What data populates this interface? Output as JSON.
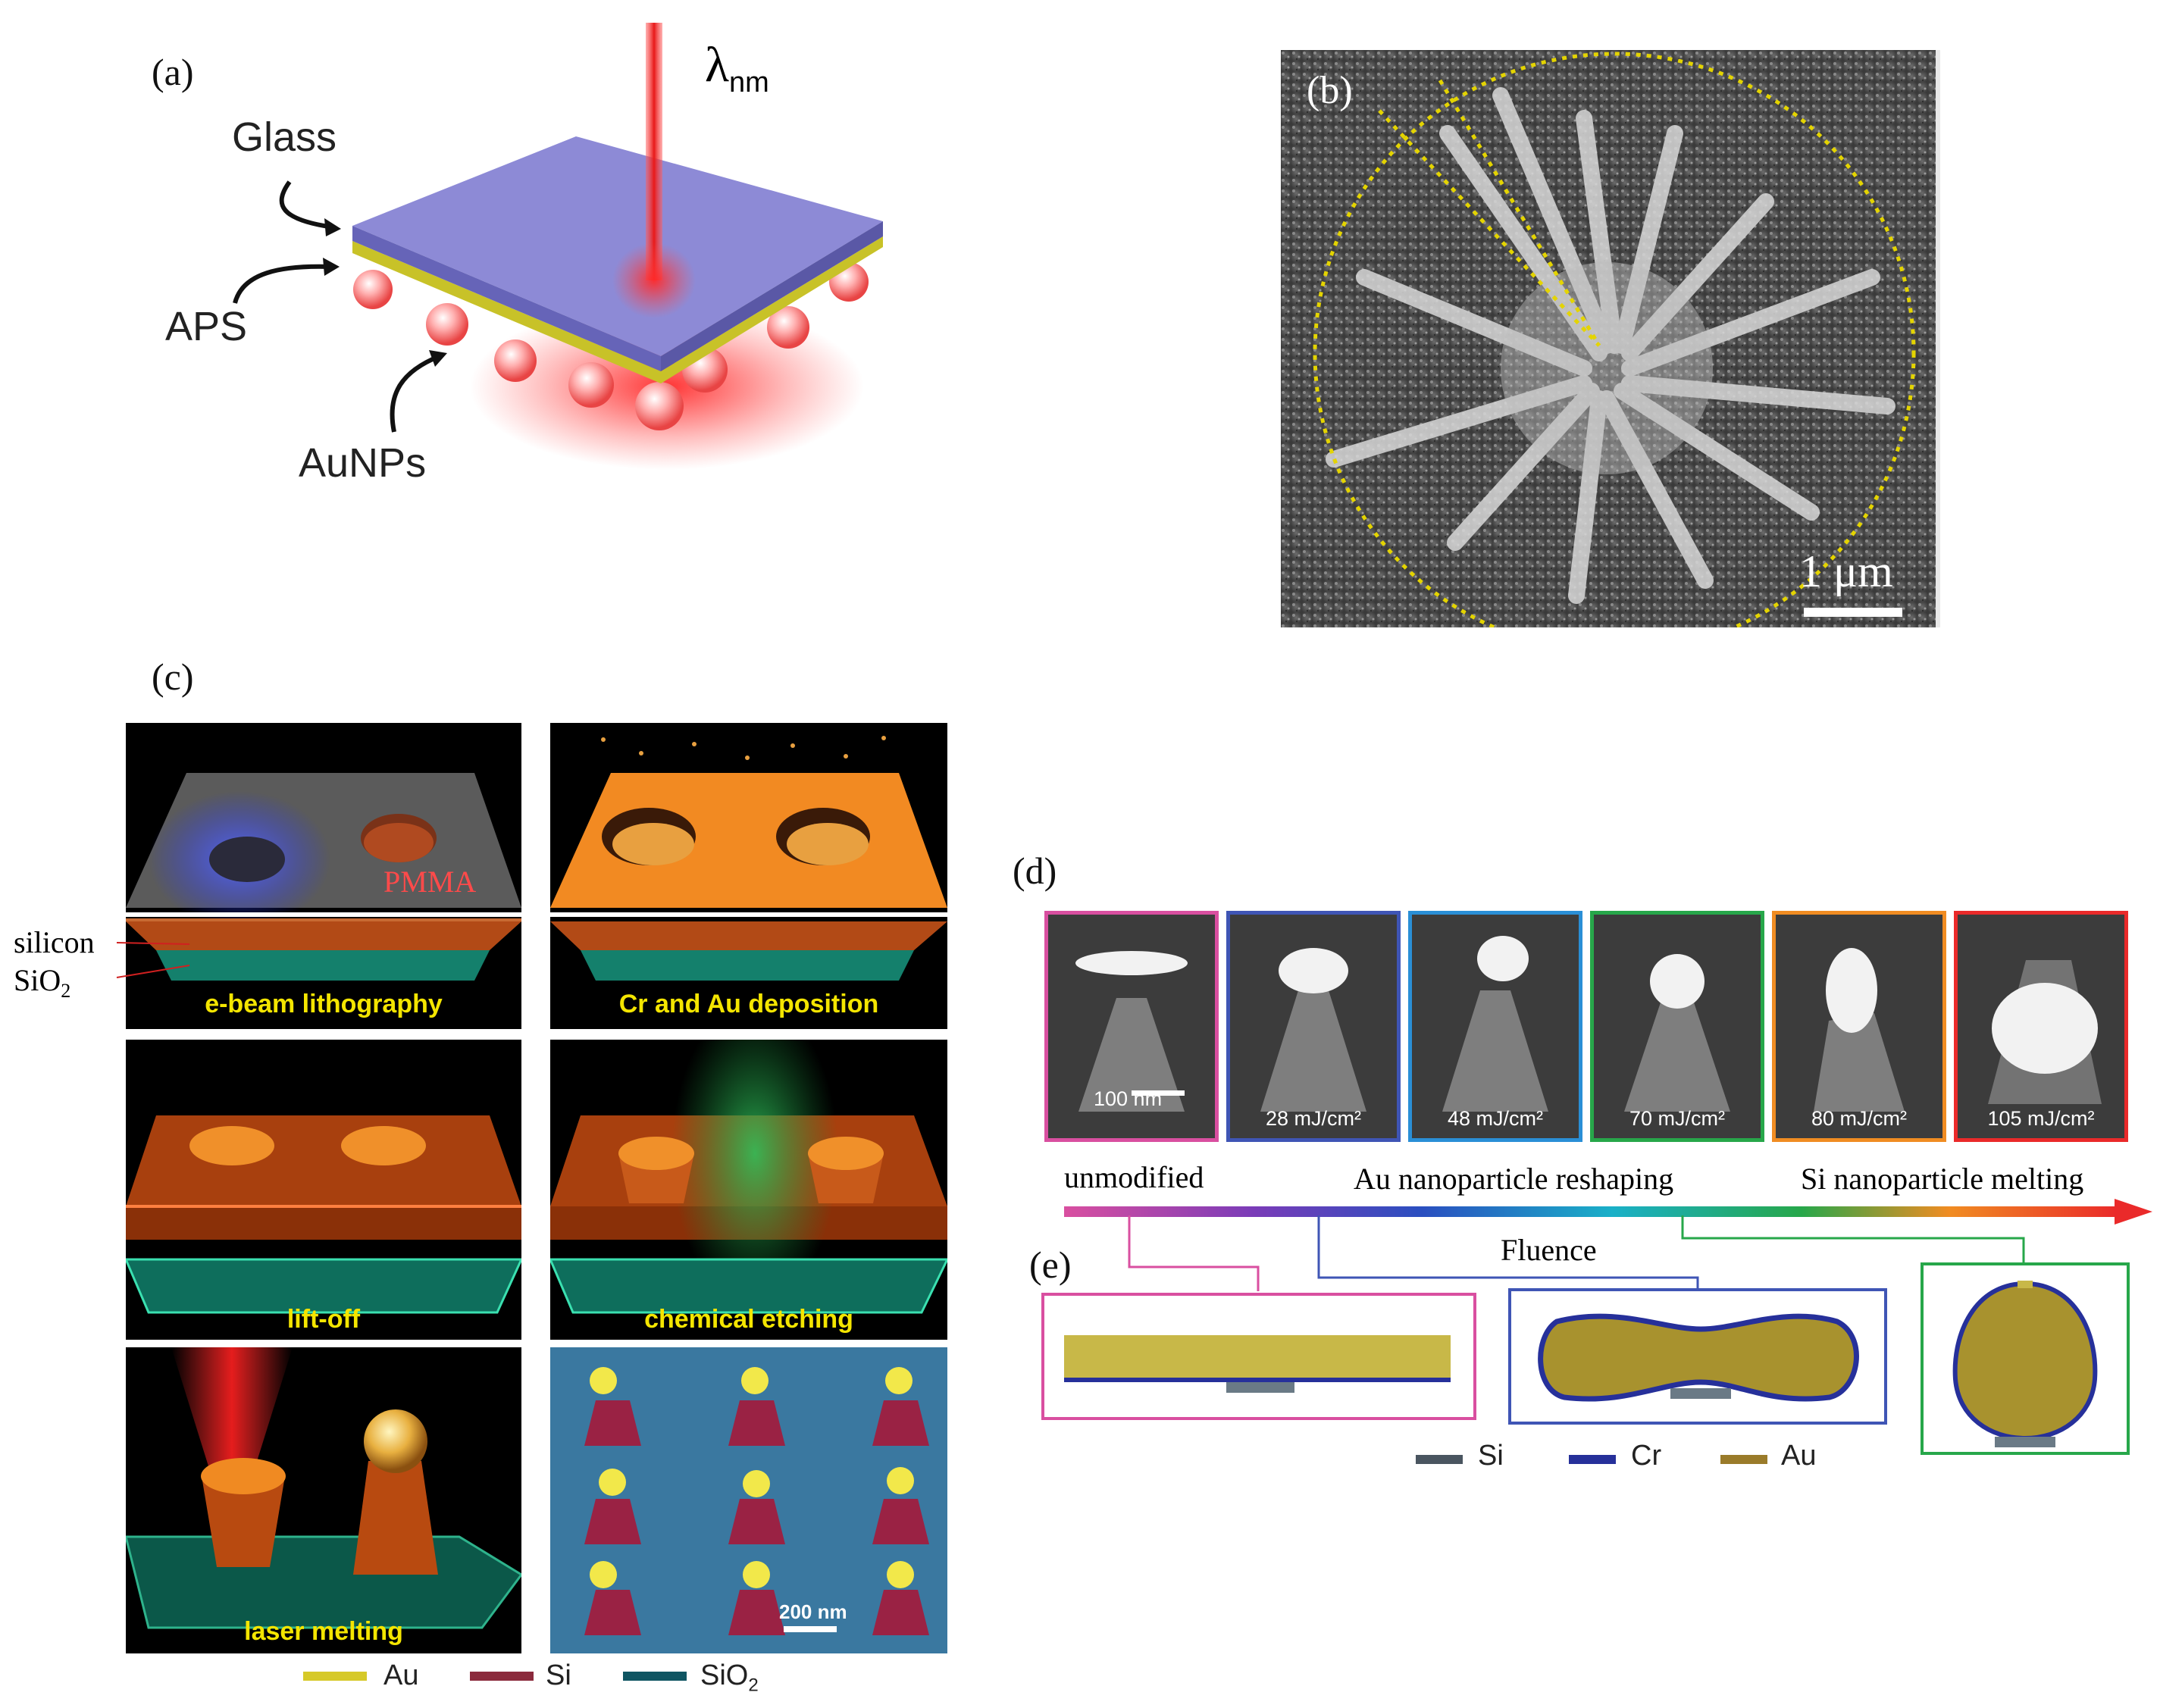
{
  "panel_a": {
    "label": "(a)",
    "wavelength": "λ",
    "wavelength_sub": "nm",
    "glass": "Glass",
    "aps": "APS",
    "aunps": "AuNPs"
  },
  "panel_b": {
    "label": "(b)",
    "scale": "1 μm"
  },
  "panel_c": {
    "label": "(c)",
    "pmma": "PMMA",
    "silicon": "silicon",
    "sio2": "SiO",
    "sio2_sub": "2",
    "steps": [
      "e-beam lithography",
      "Cr and Au deposition",
      "lift-off",
      "chemical etching",
      "laser melting"
    ],
    "scale": "200 nm",
    "legend": [
      {
        "name": "Au",
        "color": "#d6c928"
      },
      {
        "name": "Si",
        "color": "#8b2a3c"
      },
      {
        "name": "SiO",
        "sub": "2",
        "color": "#0f5562"
      }
    ]
  },
  "panel_d": {
    "label": "(d)",
    "frames": [
      {
        "text": "100 nm",
        "color": "#d94fa0"
      },
      {
        "text": "28 mJ/cm²",
        "color": "#3f55b5"
      },
      {
        "text": "48 mJ/cm²",
        "color": "#2a8fd6"
      },
      {
        "text": "70 mJ/cm²",
        "color": "#27a74a"
      },
      {
        "text": "80 mJ/cm²",
        "color": "#f08c22"
      },
      {
        "text": "105 mJ/cm²",
        "color": "#ea2a2a"
      }
    ],
    "unmodified": "unmodified",
    "reshaping": "Au nanoparticle reshaping",
    "melting": "Si nanoparticle melting",
    "fluence": "Fluence"
  },
  "panel_e": {
    "label": "(e)",
    "legend": [
      {
        "name": "Si",
        "color": "#4a5560"
      },
      {
        "name": "Cr",
        "color": "#26309a"
      },
      {
        "name": "Au",
        "color": "#9a7b2a"
      }
    ]
  }
}
